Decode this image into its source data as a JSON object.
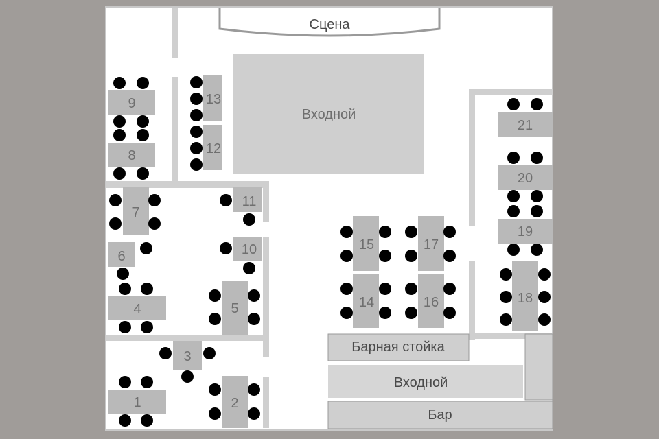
{
  "colors": {
    "background": "#a09c99",
    "floor": "#ffffff",
    "wall": "#cfcfcf",
    "table": "#b9b9b9",
    "seat": "#000000",
    "zone": "#cfcfcf",
    "text": "#6f6f6f"
  },
  "stage": {
    "label": "Сцена"
  },
  "zones": {
    "entrance_main": "Входной",
    "bar_counter": "Барная стойка",
    "entrance_lower": "Входной",
    "bar": "Бар"
  },
  "tables": [
    {
      "number": "1",
      "seats": 4
    },
    {
      "number": "2",
      "seats": 4
    },
    {
      "number": "3",
      "seats": 3
    },
    {
      "number": "4",
      "seats": 4
    },
    {
      "number": "5",
      "seats": 4
    },
    {
      "number": "6",
      "seats": 2
    },
    {
      "number": "7",
      "seats": 4
    },
    {
      "number": "8",
      "seats": 4
    },
    {
      "number": "9",
      "seats": 4
    },
    {
      "number": "10",
      "seats": 2
    },
    {
      "number": "11",
      "seats": 2
    },
    {
      "number": "12",
      "seats": 3
    },
    {
      "number": "13",
      "seats": 3
    },
    {
      "number": "14",
      "seats": 4
    },
    {
      "number": "15",
      "seats": 4
    },
    {
      "number": "16",
      "seats": 4
    },
    {
      "number": "17",
      "seats": 4
    },
    {
      "number": "18",
      "seats": 6
    },
    {
      "number": "19",
      "seats": 4
    },
    {
      "number": "20",
      "seats": 4
    },
    {
      "number": "21",
      "seats": 2
    }
  ]
}
